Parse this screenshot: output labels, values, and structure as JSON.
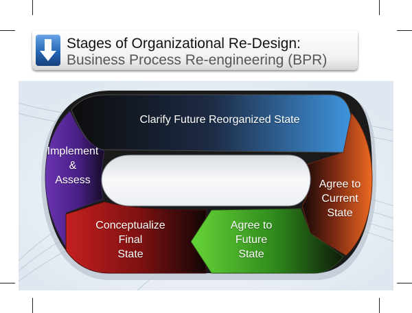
{
  "header": {
    "title": "Stages of Organizational Re-Design:",
    "subtitle": "Business Process Re-engineering (BPR)",
    "icon": "down-arrow-icon"
  },
  "stages": {
    "clarify": "Clarify Future Reorganized State",
    "implement": "Implement\n&\nAssess",
    "agree_current": "Agree to\nCurrent\nState",
    "conceptualize": "Conceptualize\nFinal\nState",
    "agree_future": "Agree to\nFuture\nState"
  },
  "colors": {
    "clarify": "#2f7fc6",
    "implement": "#5a2a96",
    "agree_current": "#d8561a",
    "conceptualize": "#b81c1c",
    "agree_future": "#4cb82c",
    "dark": "#1a1a1a"
  }
}
